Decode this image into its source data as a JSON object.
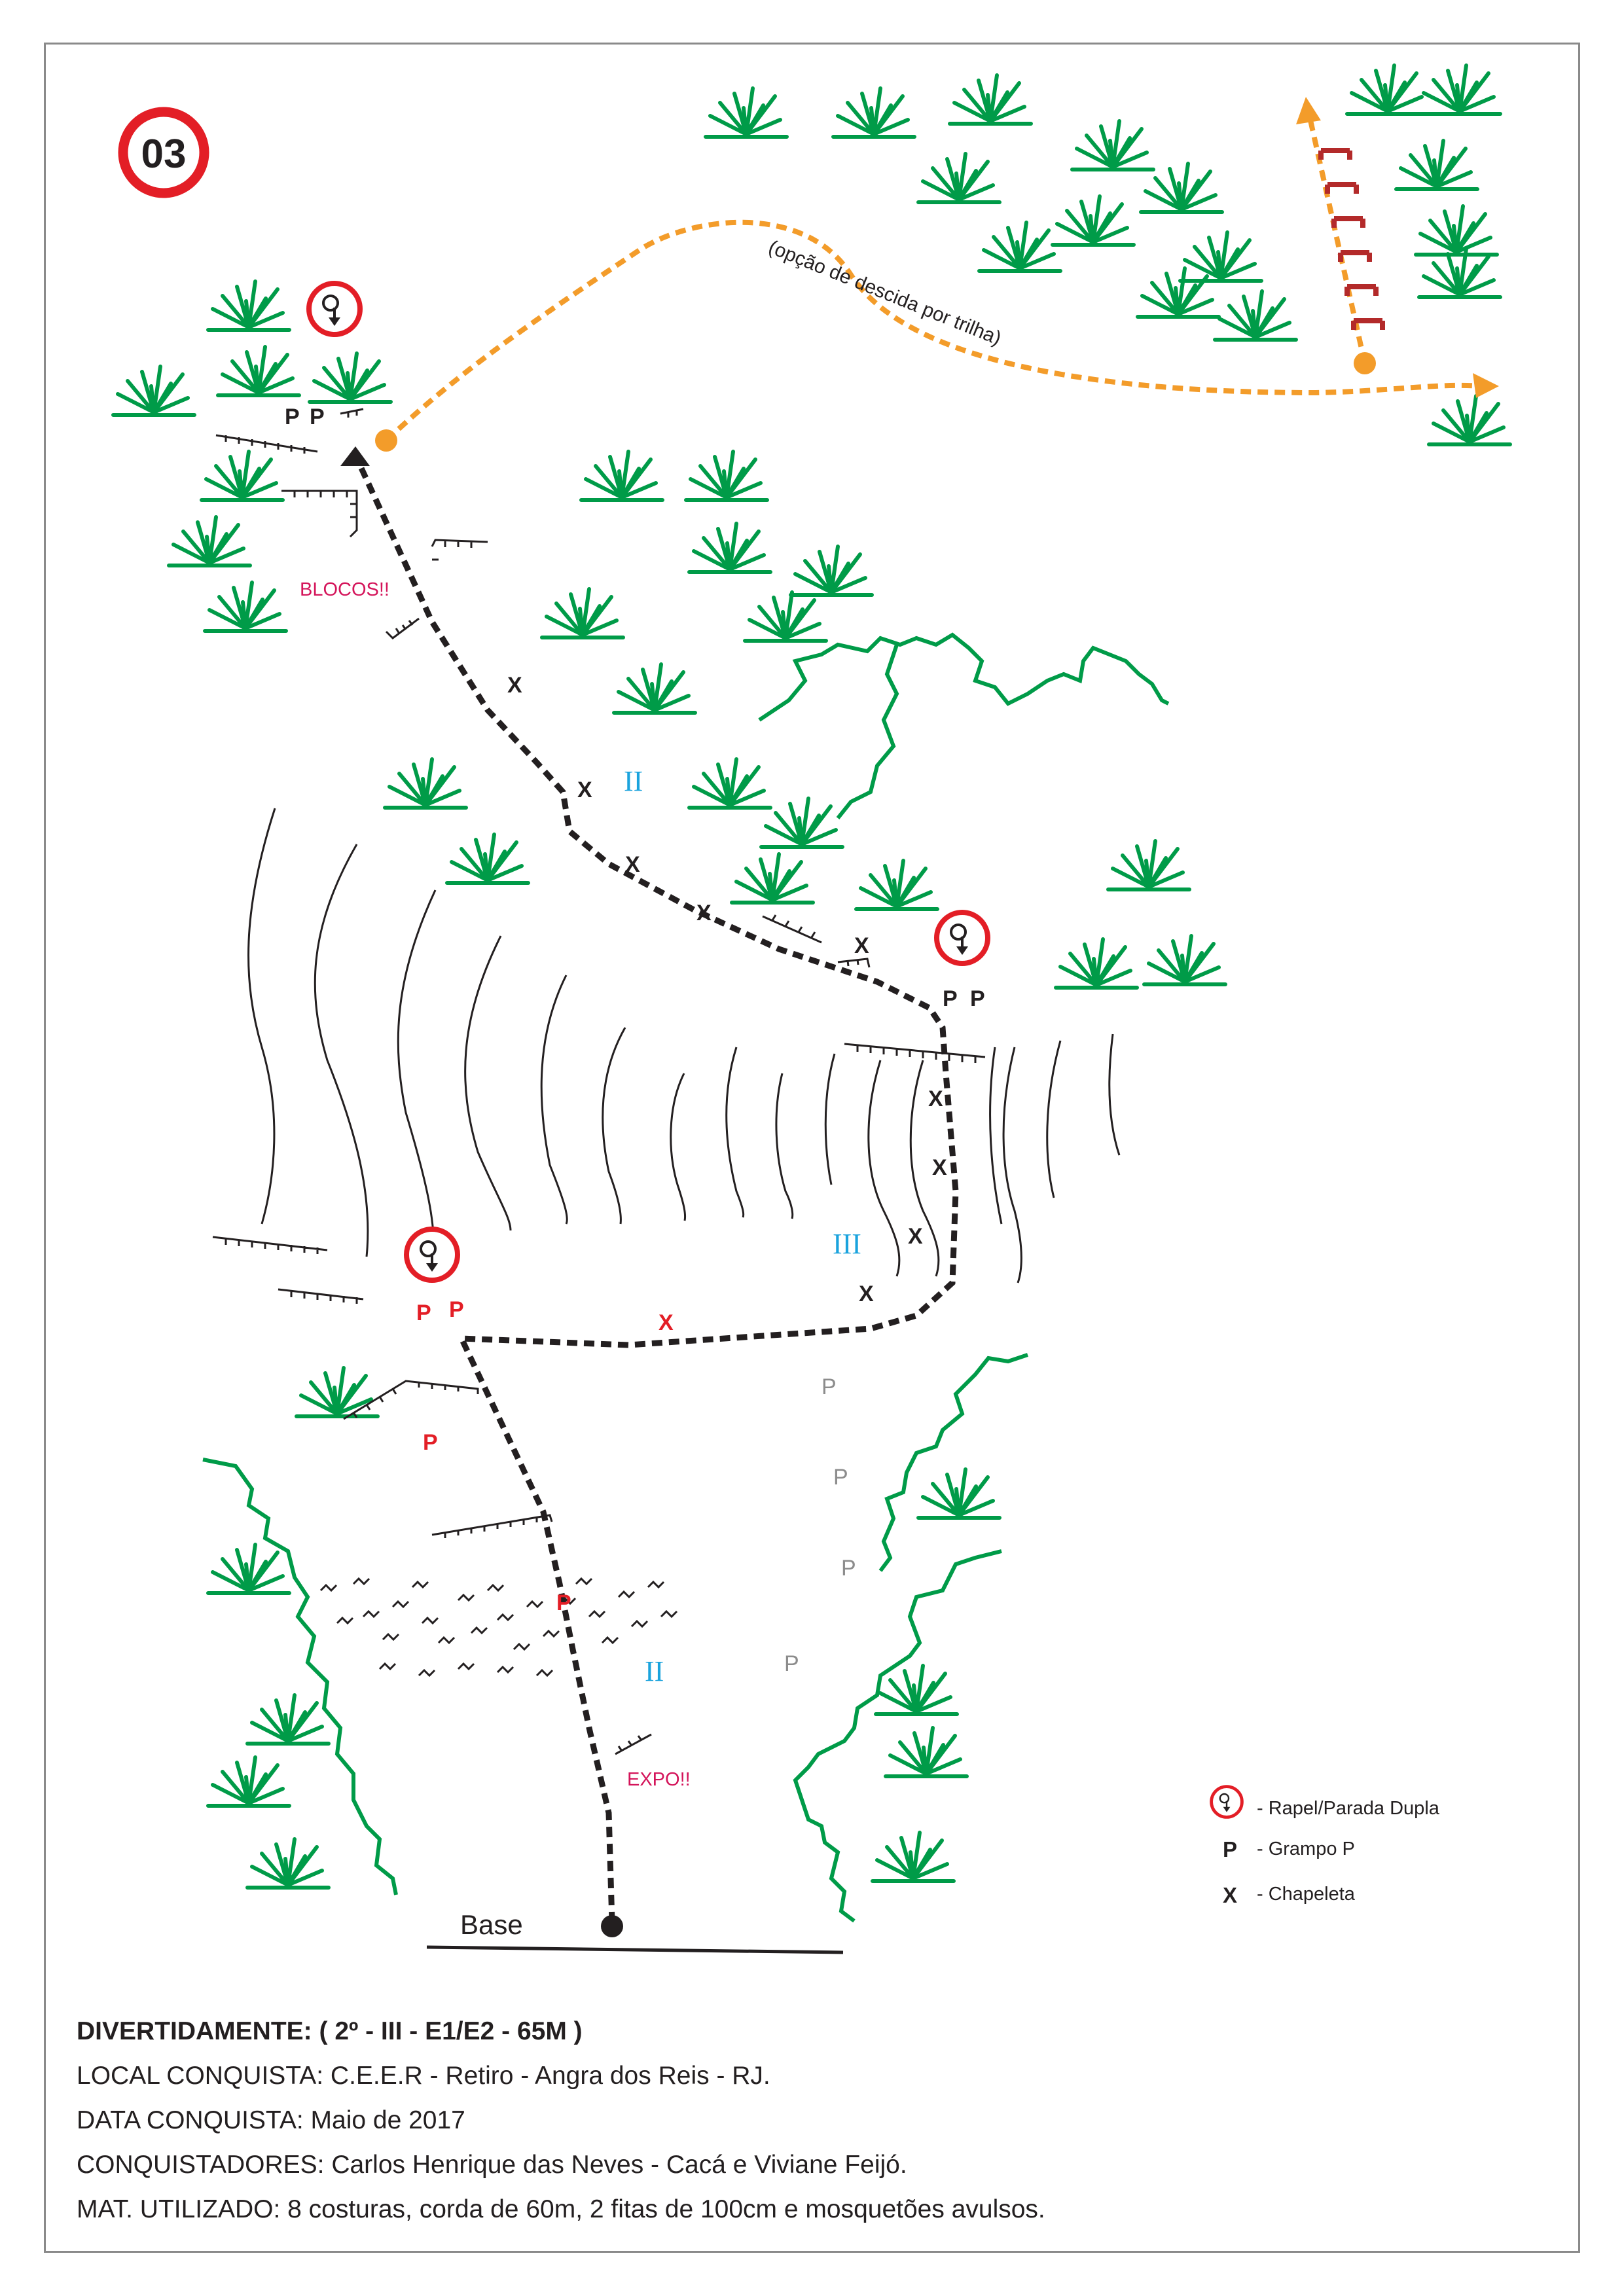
{
  "route_number": "03",
  "labels": {
    "descent_option": "(opção de descida por trilha)",
    "blocks_warning": "BLOCOS!!",
    "exposure_warning": "EXPO!!",
    "base": "Base"
  },
  "grades": {
    "pitch1": "II",
    "pitch2": "III",
    "pitch3": "II"
  },
  "markers": {
    "bolt": "P",
    "hanger": "X"
  },
  "legend": {
    "rappel": "- Rapel/Parada Dupla",
    "bolt_symbol": "P",
    "bolt": "- Grampo P",
    "hanger_symbol": "X",
    "hanger": "- Chapeleta"
  },
  "info": {
    "title": "DIVERTIDAMENTE: ( 2º - III - E1/E2 - 65M )",
    "local": "LOCAL CONQUISTA: C.E.E.R - Retiro - Angra dos Reis - RJ.",
    "date": "DATA CONQUISTA: Maio de 2017",
    "authors": "CONQUISTADORES: Carlos Henrique das Neves - Cacá e Viviane Feijó.",
    "material": "MAT. UTILIZADO: 8 costuras, corda de 60m, 2 fitas de 100cm e mosquetões avulsos."
  },
  "colors": {
    "route": "#231f20",
    "vegetation": "#009b48",
    "descent_trail": "#f39c2a",
    "rappel_red": "#e31e26",
    "grade_blue": "#1aa3dd",
    "warning_pink": "#d4145a",
    "ladder": "#b32a2a",
    "old_bolt_gray": "#8c8c8c"
  },
  "icons": [
    "rappel-anchor-icon",
    "grass-tuft-icon",
    "ladder-step-icon",
    "arrow-head-icon"
  ]
}
